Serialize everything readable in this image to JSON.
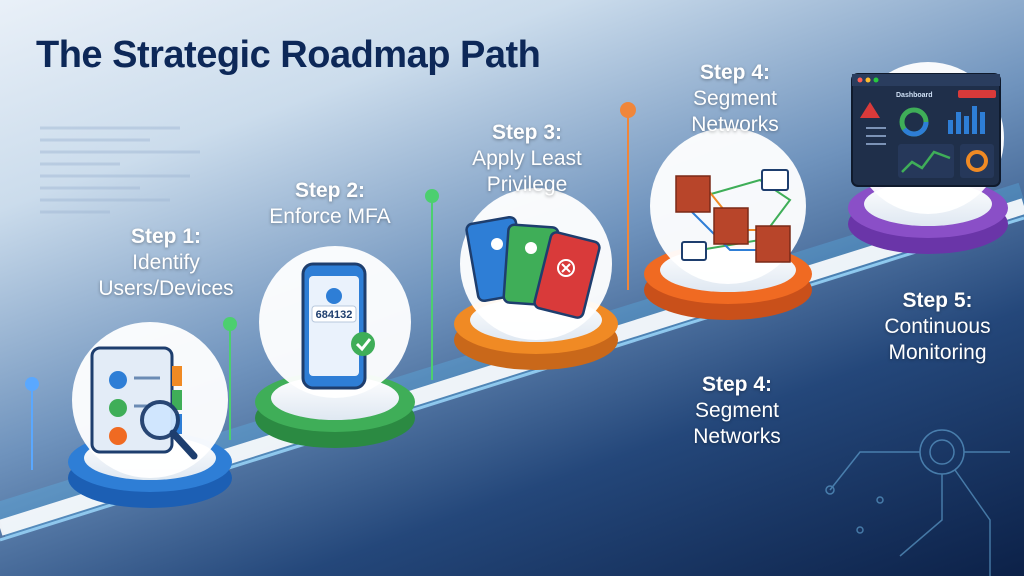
{
  "title": "The Strategic Roadmap Path",
  "steps": [
    {
      "step": "Step 1:",
      "desc_line1": "Identify",
      "desc_line2": "Users/Devices",
      "color": "#2e7ed6",
      "icon": "user-directory-icon"
    },
    {
      "step": "Step 2:",
      "desc_line1": "Enforce MFA",
      "desc_line2": "",
      "color": "#3fae58",
      "icon": "mfa-phone-icon",
      "otp_code": "684132"
    },
    {
      "step": "Step 3:",
      "desc_line1": "Apply Least",
      "desc_line2": "Privilege",
      "color": "#f08a24",
      "icon": "access-cards-icon"
    },
    {
      "step": "Step 4:",
      "desc_line1": "Segment",
      "desc_line2": "Networks",
      "color": "#f06a22",
      "icon": "network-firewall-icon"
    },
    {
      "step": "Step 5:",
      "desc_line1": "Continuous",
      "desc_line2": "Monitoring",
      "color": "#8a4fc7",
      "icon": "monitoring-dashboard-icon",
      "dashboard_title": "Dashboard"
    }
  ],
  "duplicate_label": {
    "step": "Step 4:",
    "desc_line1": "Segment",
    "desc_line2": "Networks"
  }
}
